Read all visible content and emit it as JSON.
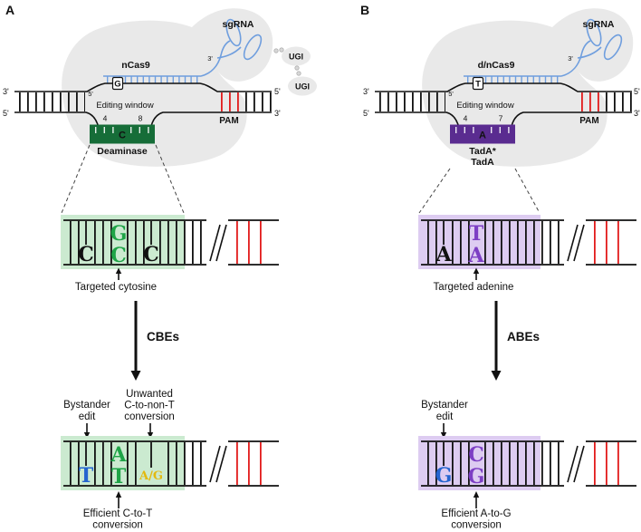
{
  "colors": {
    "blob_gray": "#e9e9e9",
    "sgrna_blue": "#6f9ede",
    "pam_red": "#e21c1c",
    "cbe_green_dark": "#166d38",
    "cbe_green_light": "#cbead0",
    "cbe_green_letter": "#1fa447",
    "abe_purple_dark": "#5a2c90",
    "abe_purple_light": "#ddccf1",
    "abe_purple_letter": "#7d3fc4",
    "bystander_blue": "#2565cf",
    "unwanted_yellow": "#e3b90f"
  },
  "panelA": {
    "label": "A",
    "protein": "nCas9",
    "sgrna": "sgRNA",
    "sgrna_3": "3'",
    "sgrna_5": "5'",
    "ugi_top": "UGI",
    "ugi_bottom": "UGI",
    "left_top_end": "3'",
    "left_bottom_end": "5'",
    "right_top_end": "5'",
    "right_bottom_end": "3'",
    "editing_window": "Editing window",
    "window_start": "4",
    "window_end": "8",
    "opposite_base": "G",
    "window_base": "C",
    "enzyme": "Deaminase",
    "pam": "PAM",
    "zoom": {
      "flank_left": "C",
      "pair_top": "G",
      "pair_bottom": "C",
      "flank_right": "C",
      "caption": "Targeted cytosine"
    },
    "transition": "CBEs",
    "outcome": {
      "bystander_1": "Bystander",
      "bystander_2": "edit",
      "unwanted_1": "Unwanted",
      "unwanted_2": "C-to-non-T",
      "unwanted_3": "conversion",
      "bystander_base": "T",
      "pair_top": "A",
      "pair_bottom": "T",
      "unwanted_base": "A/G",
      "efficient_1": "Efficient C-to-T",
      "efficient_2": "conversion"
    }
  },
  "panelB": {
    "label": "B",
    "protein": "d/nCas9",
    "sgrna": "sgRNA",
    "sgrna_3": "3'",
    "sgrna_5": "5'",
    "left_top_end": "3'",
    "left_bottom_end": "5'",
    "right_top_end": "5'",
    "right_bottom_end": "3'",
    "editing_window": "Editing window",
    "window_start": "4",
    "window_end": "7",
    "opposite_base": "T",
    "window_base": "A",
    "enzyme_1": "TadA*",
    "enzyme_2": "TadA",
    "pam": "PAM",
    "zoom": {
      "flank_left": "A",
      "pair_top": "T",
      "pair_bottom": "A",
      "caption": "Targeted adenine"
    },
    "transition": "ABEs",
    "outcome": {
      "bystander_1": "Bystander",
      "bystander_2": "edit",
      "bystander_base": "G",
      "pair_top": "C",
      "pair_bottom": "G",
      "efficient_1": "Efficient A-to-G",
      "efficient_2": "conversion"
    }
  }
}
